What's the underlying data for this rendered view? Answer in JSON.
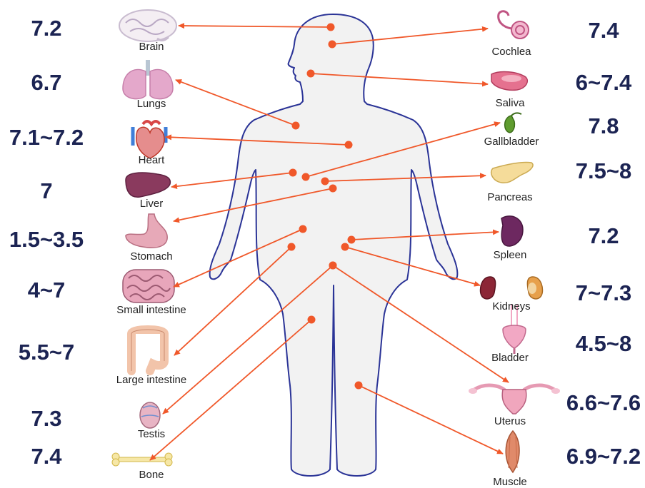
{
  "colors": {
    "arrow": "#f0582a",
    "body_fill": "#f2f2f2",
    "body_outline": "#2b3497",
    "ph_text": "#1c2453"
  },
  "left_organs": [
    {
      "name": "Brain",
      "ph": "7.2",
      "icon": "brain-icon"
    },
    {
      "name": "Lungs",
      "ph": "6.7",
      "icon": "lungs-icon"
    },
    {
      "name": "Heart",
      "ph": "7.1~7.2",
      "icon": "heart-icon"
    },
    {
      "name": "Liver",
      "ph": "7",
      "icon": "liver-icon"
    },
    {
      "name": "Stomach",
      "ph": "1.5~3.5",
      "icon": "stomach-icon"
    },
    {
      "name": "Small intestine",
      "ph": "4~7",
      "icon": "small-intestine-icon"
    },
    {
      "name": "Large intestine",
      "ph": "5.5~7",
      "icon": "large-intestine-icon"
    },
    {
      "name": "Testis",
      "ph": "7.3",
      "icon": "testis-icon"
    },
    {
      "name": "Bone",
      "ph": "7.4",
      "icon": "bone-icon"
    }
  ],
  "right_organs": [
    {
      "name": "Cochlea",
      "ph": "7.4",
      "icon": "cochlea-icon"
    },
    {
      "name": "Saliva",
      "ph": "6~7.4",
      "icon": "saliva-icon"
    },
    {
      "name": "Gallbladder",
      "ph": "7.8",
      "icon": "gallbladder-icon"
    },
    {
      "name": "Pancreas",
      "ph": "7.5~8",
      "icon": "pancreas-icon"
    },
    {
      "name": "Spleen",
      "ph": "7.2",
      "icon": "spleen-icon"
    },
    {
      "name": "Kidneys",
      "ph": "7~7.3",
      "icon": "kidneys-icon"
    },
    {
      "name": "Bladder",
      "ph": "4.5~8",
      "icon": "bladder-icon"
    },
    {
      "name": "Uterus",
      "ph": "6.6~7.6",
      "icon": "uterus-icon"
    },
    {
      "name": "Muscle",
      "ph": "6.9~7.2",
      "icon": "muscle-icon"
    }
  ]
}
